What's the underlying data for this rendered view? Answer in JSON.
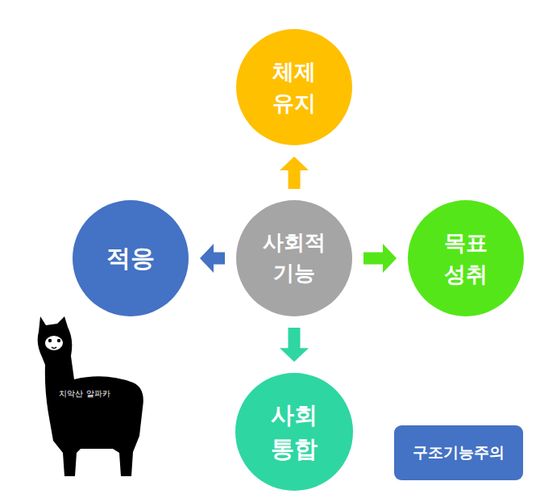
{
  "diagram": {
    "nodes": [
      {
        "text": [
          "체제 유지"
        ]
      },
      {
        "text": [
          "적응"
        ]
      },
      {
        "text": [
          "사회적 기능"
        ]
      },
      {
        "text": [
          "목표 성취"
        ]
      },
      {
        "text": [
          "사회 통합"
        ]
      },
      {
        "text": [
          "구조기능주의"
        ]
      }
    ],
    "edges": [
      {
        "from": 2,
        "to": 0,
        "arrow": "to"
      },
      {
        "from": 2,
        "to": 1,
        "arrow": "to"
      },
      {
        "from": 2,
        "to": 3,
        "arrow": "to"
      },
      {
        "from": 2,
        "to": 4,
        "arrow": "to"
      }
    ],
    "labels": [
      "치악산 알파카"
    ]
  }
}
